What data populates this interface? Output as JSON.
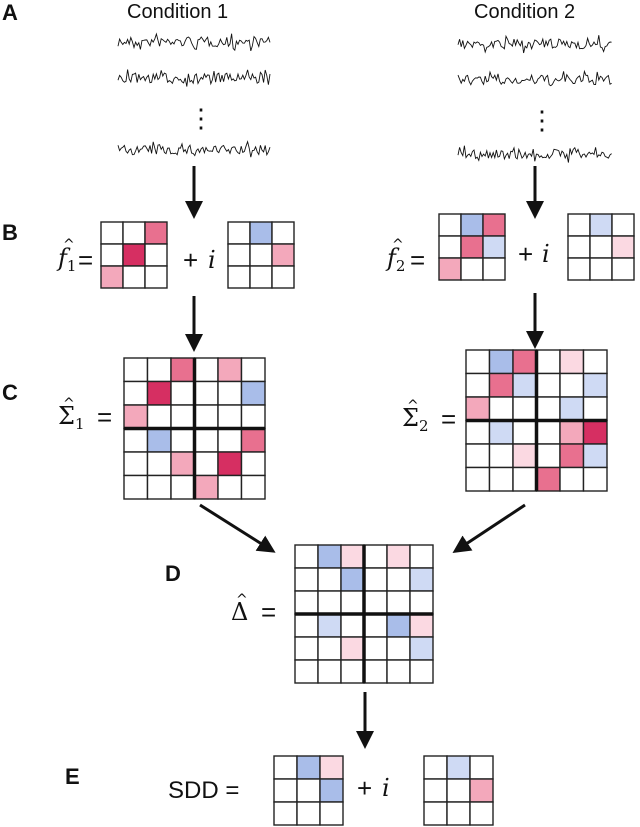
{
  "panels": {
    "A": "A",
    "B": "B",
    "C": "C",
    "D": "D",
    "E": "E"
  },
  "conditions": {
    "left": "Condition 1",
    "right": "Condition 2"
  },
  "symbols": {
    "f": "f",
    "sub1": "1",
    "sub2": "2",
    "sigma": "Σ",
    "delta": "Δ",
    "equals": "=",
    "plus": "+",
    "imag": "i",
    "hat": "^",
    "sdd": "SDD ="
  },
  "ellipsis": "⋮",
  "colors": {
    "strong_pink": "#d62f62",
    "mid_pink": "#e8708f",
    "light_pink": "#f3a8bb",
    "pale_pink": "#fbd9e2",
    "mid_blue": "#a9bde9",
    "light_blue": "#cfdaf4",
    "pale_blue": "#e6ecfa",
    "grid": "#222222"
  },
  "matrices": {
    "f1_real": [
      [
        "",
        "",
        "mid_pink"
      ],
      [
        "",
        "strong_pink",
        ""
      ],
      [
        "light_pink",
        "",
        ""
      ]
    ],
    "f1_imag": [
      [
        "",
        "mid_blue",
        ""
      ],
      [
        "",
        "",
        "light_pink"
      ],
      [
        "",
        "",
        ""
      ]
    ],
    "f2_real": [
      [
        "",
        "mid_blue",
        "mid_pink"
      ],
      [
        "",
        "mid_pink",
        "light_blue"
      ],
      [
        "light_pink",
        "",
        ""
      ]
    ],
    "f2_imag": [
      [
        "",
        "light_blue",
        ""
      ],
      [
        "",
        "",
        "pale_pink"
      ],
      [
        "",
        "",
        ""
      ]
    ],
    "sigma1": [
      [
        "",
        "",
        "mid_pink",
        "",
        "light_pink",
        ""
      ],
      [
        "",
        "strong_pink",
        "",
        "",
        "",
        "mid_blue"
      ],
      [
        "light_pink",
        "",
        "",
        "",
        "",
        ""
      ],
      [
        "",
        "mid_blue",
        "",
        "",
        "",
        "mid_pink"
      ],
      [
        "",
        "",
        "light_pink",
        "",
        "strong_pink",
        ""
      ],
      [
        "",
        "",
        "",
        "light_pink",
        "",
        ""
      ]
    ],
    "sigma2": [
      [
        "",
        "mid_blue",
        "mid_pink",
        "",
        "pale_pink",
        ""
      ],
      [
        "",
        "mid_pink",
        "light_blue",
        "",
        "",
        "light_blue"
      ],
      [
        "light_pink",
        "",
        "",
        "",
        "light_blue",
        ""
      ],
      [
        "",
        "light_blue",
        "",
        "",
        "light_pink",
        "strong_pink"
      ],
      [
        "",
        "",
        "pale_pink",
        "",
        "mid_pink",
        "light_blue"
      ],
      [
        "",
        "",
        "",
        "mid_pink",
        "",
        ""
      ]
    ],
    "delta": [
      [
        "",
        "mid_blue",
        "pale_pink",
        "",
        "pale_pink",
        ""
      ],
      [
        "",
        "",
        "mid_blue",
        "",
        "",
        "light_blue"
      ],
      [
        "",
        "",
        "",
        "",
        "",
        ""
      ],
      [
        "",
        "light_blue",
        "",
        "",
        "mid_blue",
        "pale_pink"
      ],
      [
        "",
        "",
        "pale_pink",
        "",
        "",
        "light_blue"
      ],
      [
        "",
        "",
        "",
        "",
        "",
        ""
      ]
    ],
    "sdd_real": [
      [
        "",
        "mid_blue",
        "pale_pink"
      ],
      [
        "",
        "",
        "mid_blue"
      ],
      [
        "",
        "",
        ""
      ]
    ],
    "sdd_imag": [
      [
        "",
        "light_blue",
        ""
      ],
      [
        "",
        "",
        "light_pink"
      ],
      [
        "",
        "",
        ""
      ]
    ]
  }
}
